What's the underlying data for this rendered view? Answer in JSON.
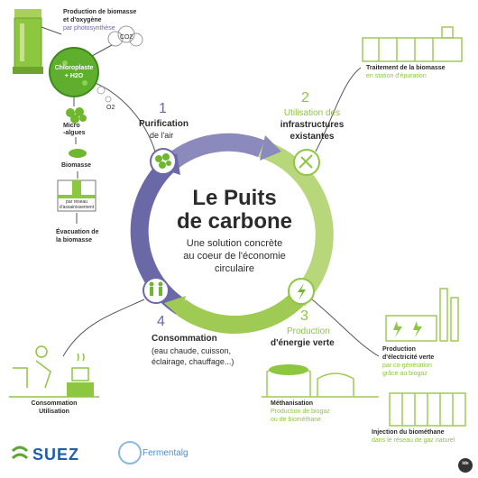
{
  "colors": {
    "green": "#8dc63f",
    "purple": "#6b68a8",
    "dark": "#2b2b2b",
    "lightgreen": "#c6df8f"
  },
  "center": {
    "title_line1": "Le Puits",
    "title_line2": "de carbone",
    "subtitle_line1": "Une solution concrète",
    "subtitle_line2": "au coeur de l'économie",
    "subtitle_line3": "circulaire"
  },
  "step1": {
    "number": "1",
    "title": "Purification",
    "sub": "de l'air"
  },
  "step2": {
    "number": "2",
    "line1": "Utilisation des",
    "line2": "infrastructures",
    "line3": "existantes"
  },
  "step3": {
    "number": "3",
    "line1": "Production",
    "line2": "d'énergie verte"
  },
  "step4": {
    "number": "4",
    "title": "Consommation",
    "line1": "(eau chaude, cuisson,",
    "line2": "éclairage, chauffage...)"
  },
  "left": {
    "prod_title1": "Production de biomasse",
    "prod_title2": "et d'oxygène",
    "prod_sub": "par photosynthèse",
    "co2": "CO2",
    "o2": "O2",
    "chloro1": "Chloroplaste",
    "chloro2": "+ H2O",
    "micro1": "Micro",
    "micro2": "-algues",
    "biomasse": "Biomasse",
    "bassin1": "par réseau",
    "bassin2": "d'assainissement",
    "evac1": "Évacuation de",
    "evac2": "la biomasse"
  },
  "right": {
    "traitement1": "Traitement de la biomasse",
    "traitement2": "en station d'épuration",
    "elec1": "Production",
    "elec2": "d'électricité verte",
    "elec3": "par co-génération",
    "elec4": "grâce au biogaz",
    "metha1": "Méthanisation",
    "metha2": "Production de biogaz",
    "metha3": "ou de biométhane",
    "inject1": "Injection du biométhane",
    "inject2": "dans le réseau de gaz naturel"
  },
  "consumption": {
    "line1": "Consommation",
    "line2": "Utilisation"
  },
  "logos": {
    "suez": "SUEZ",
    "fermentalg": "Fermentalg",
    "badge": "ide"
  }
}
